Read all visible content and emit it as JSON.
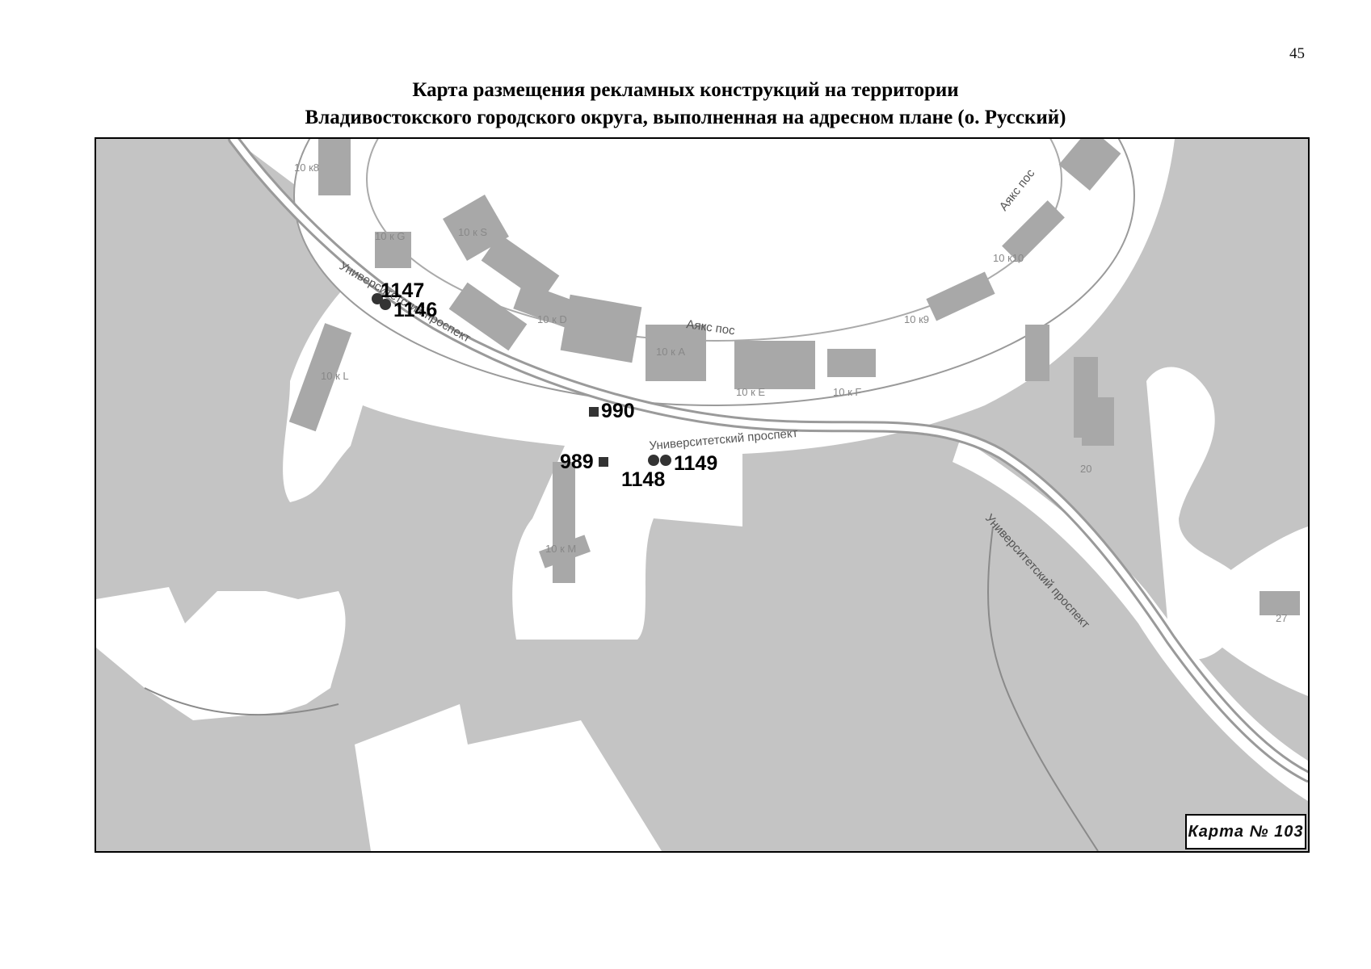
{
  "page": {
    "number": "45"
  },
  "title": {
    "line1": "Карта размещения рекламных конструкций на территории",
    "line2": "Владивостокского городского округа, выполненная на адресном плане (о. Русский)"
  },
  "map": {
    "id_label": "Карта № 103",
    "roads": {
      "universitetsky_1": "Университетский проспект",
      "universitetsky_2": "Университетский проспект",
      "universitetsky_3": "Университетский проспект",
      "ayaks_1": "Аякс пос",
      "ayaks_2": "Аякс пос"
    },
    "buildings": {
      "k8": "10 к8",
      "kG": "10 к G",
      "kS": "10 к S",
      "kD": "10 к D",
      "kA": "10 к A",
      "kE": "10 к E",
      "kF": "10 к F",
      "kL": "10 к L",
      "kM": "10 к M",
      "k10": "10 к10",
      "k9": "10 к9",
      "n20": "20",
      "n27": "27"
    },
    "markers": {
      "m1147": "1147",
      "m1146": "1146",
      "m990": "990",
      "m989": "989",
      "m1148": "1148",
      "m1149": "1149"
    },
    "colors": {
      "water": "#c4c4c4",
      "land": "#ffffff",
      "building": "#a8a8a8",
      "road_edge": "#9a9a9a"
    }
  }
}
